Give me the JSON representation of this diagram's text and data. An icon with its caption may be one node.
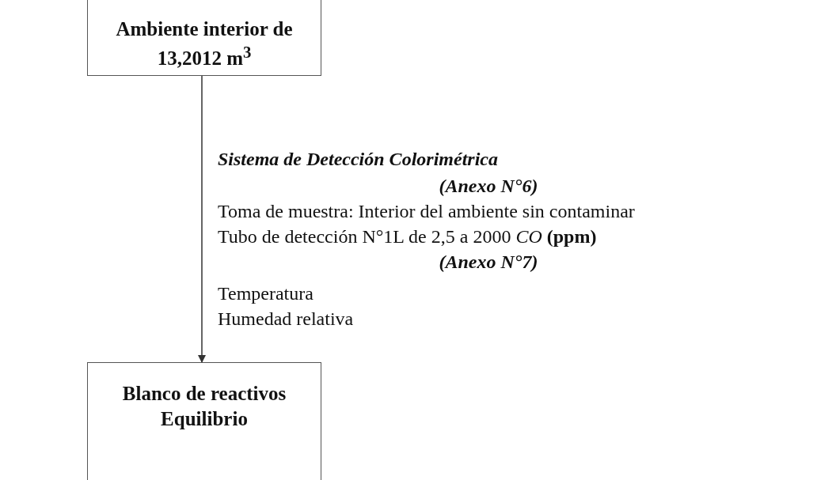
{
  "diagram": {
    "nodes": [
      {
        "text": [
          "Ambiente interior de 13,2012 m$^{3}$"
        ]
      },
      {
        "text": [
          "Blanco de reactivos Equilibrio"
        ]
      }
    ],
    "edges": [
      {
        "from": 0,
        "to": 1,
        "arrow": "to"
      }
    ],
    "labels": [
      "Sistema de Detección Colorimétrica",
      "(Anexo N°6)",
      "Toma de muestra: Interior del ambiente sin contaminar",
      "Tubo de detección N°1L de 2,5 a 2000 *CO* **(ppm)**",
      "(Anexo N°7)",
      "Temperatura",
      "Humedad relativa"
    ]
  }
}
